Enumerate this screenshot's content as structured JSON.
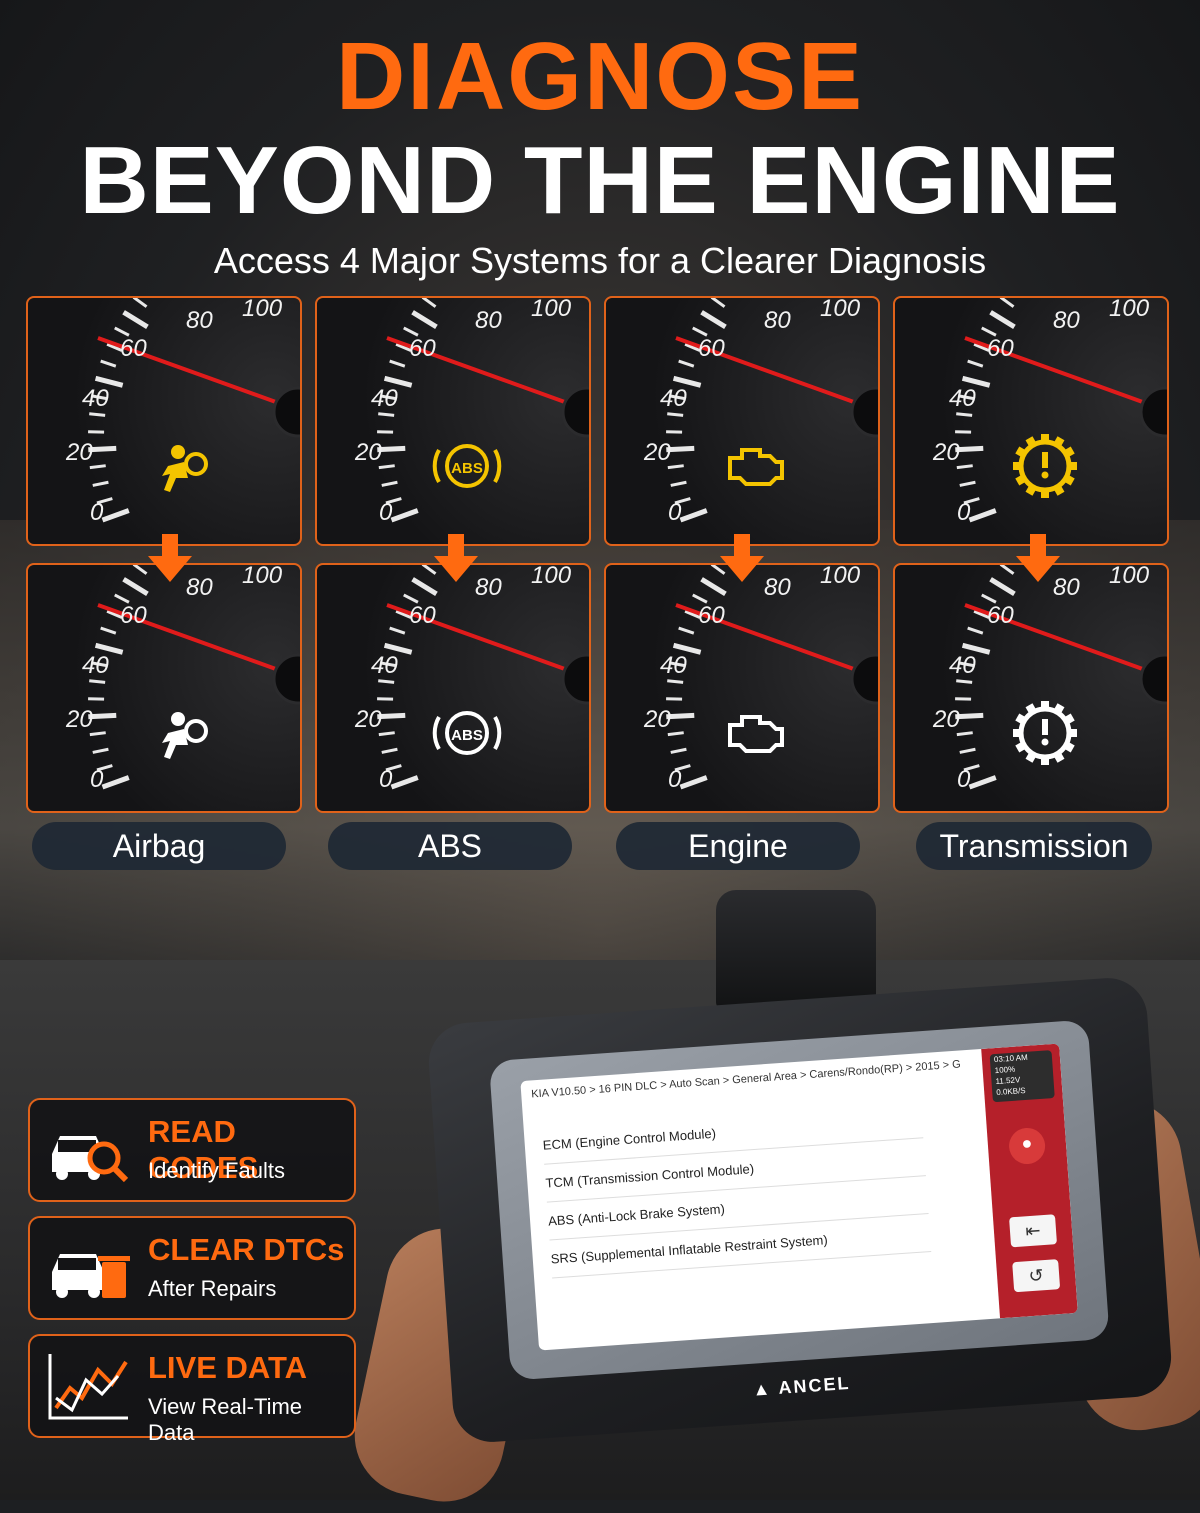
{
  "headline": {
    "line1": "DIAGNOSE",
    "line2": "BEYOND THE ENGINE",
    "subtitle": "Access 4 Major Systems for a Clearer Diagnosis"
  },
  "colors": {
    "accent": "#ff6a10",
    "warning": "#f4c400",
    "needle": "#e01b1b"
  },
  "gauge_ticks": [
    "0",
    "20",
    "40",
    "60",
    "80",
    "100"
  ],
  "systems": [
    {
      "name": "Airbag",
      "icon": "airbag-icon"
    },
    {
      "name": "ABS",
      "icon": "abs-icon",
      "icon_text": "ABS"
    },
    {
      "name": "Engine",
      "icon": "engine-icon"
    },
    {
      "name": "Transmission",
      "icon": "transmission-icon"
    }
  ],
  "features": [
    {
      "title": "READ CODES",
      "subtitle": "Identify Faults",
      "icon": "car-search-icon"
    },
    {
      "title": "CLEAR DTCs",
      "subtitle": "After Repairs",
      "icon": "car-trash-icon"
    },
    {
      "title": "LIVE DATA",
      "subtitle": "View Real-Time Data",
      "icon": "live-data-chart-icon"
    }
  ],
  "device": {
    "brand": "ANCEL",
    "breadcrumb": "KIA V10.50 > 16 PIN DLC > Auto Scan > General Area > Carens/Rondo(RP) > 2015 > G",
    "status": {
      "time": "03:10 AM",
      "battery": "100%",
      "voltage": "11.52V",
      "speed": "0.0KB/S"
    },
    "modules": [
      "ECM (Engine Control Module)",
      "TCM (Transmission Control Module)",
      "ABS (Anti-Lock Brake System)",
      "SRS (Supplemental Inflatable Restraint System)"
    ]
  }
}
